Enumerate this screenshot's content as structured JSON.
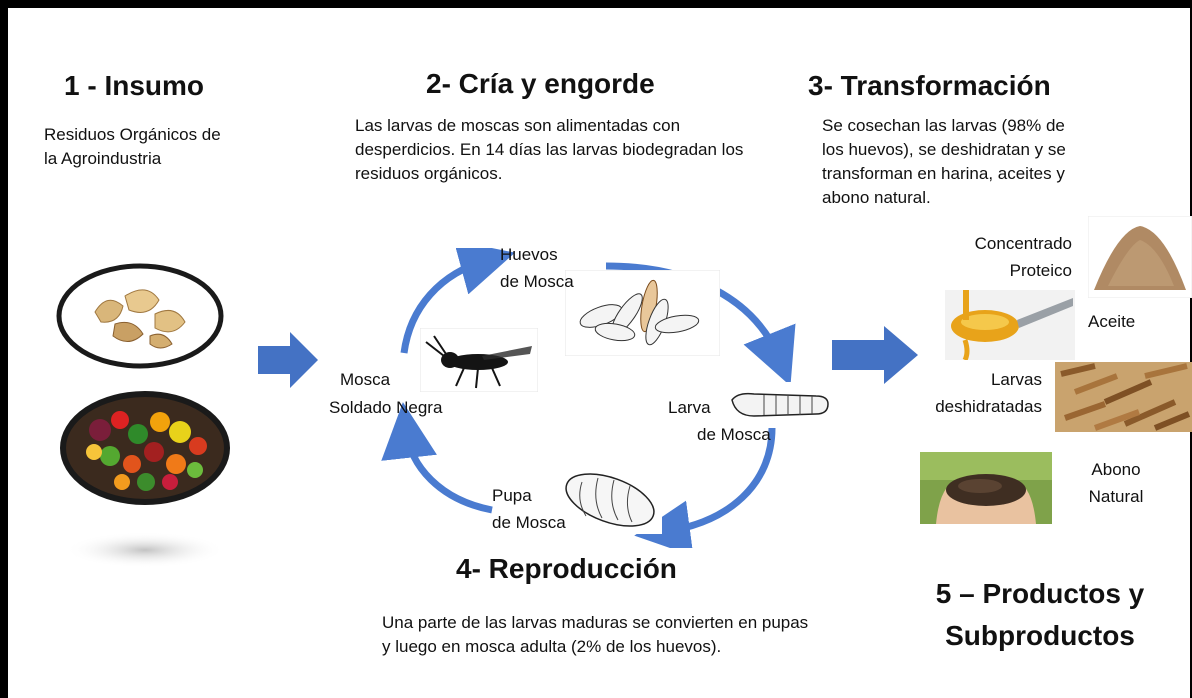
{
  "stages": {
    "insumo": {
      "title": "1 - Insumo",
      "text": "Residuos Orgánicos de la Agroindustria"
    },
    "cria": {
      "title": "2- Cría y engorde",
      "text": "Las larvas de moscas son alimentadas con desperdicios. En 14 días las larvas biodegradan los residuos orgánicos."
    },
    "transformacion": {
      "title": "3- Transformación",
      "text": "Se cosechan las larvas (98% de los huevos), se deshidratan y  se transforman en harina, aceites y abono natural."
    },
    "reproduccion": {
      "title": "4- Reproducción",
      "text": "Una parte de las larvas maduras se convierten en pupas y luego en mosca adulta (2% de los huevos)."
    },
    "productos": {
      "title_line1": "5 – Productos y",
      "title_line2": "Subproductos"
    }
  },
  "cycle": {
    "huevos": {
      "line1": "Huevos",
      "line2": "de Mosca"
    },
    "mosca": {
      "line1": "Mosca",
      "line2": "Soldado Negra"
    },
    "larva": {
      "line1": "Larva",
      "line2": "de Mosca"
    },
    "pupa": {
      "line1": "Pupa",
      "line2": "de Mosca"
    }
  },
  "products": {
    "concentrado": {
      "line1": "Concentrado",
      "line2": "Proteico"
    },
    "aceite": {
      "line1": "Aceite"
    },
    "larvas": {
      "line1": "Larvas",
      "line2": "deshidratadas"
    },
    "abono": {
      "line1": "Abono",
      "line2": "Natural"
    }
  },
  "colors": {
    "arrow": "#4472c4",
    "cycle_arrow": "#4a7bd0",
    "frame": "#000000"
  }
}
